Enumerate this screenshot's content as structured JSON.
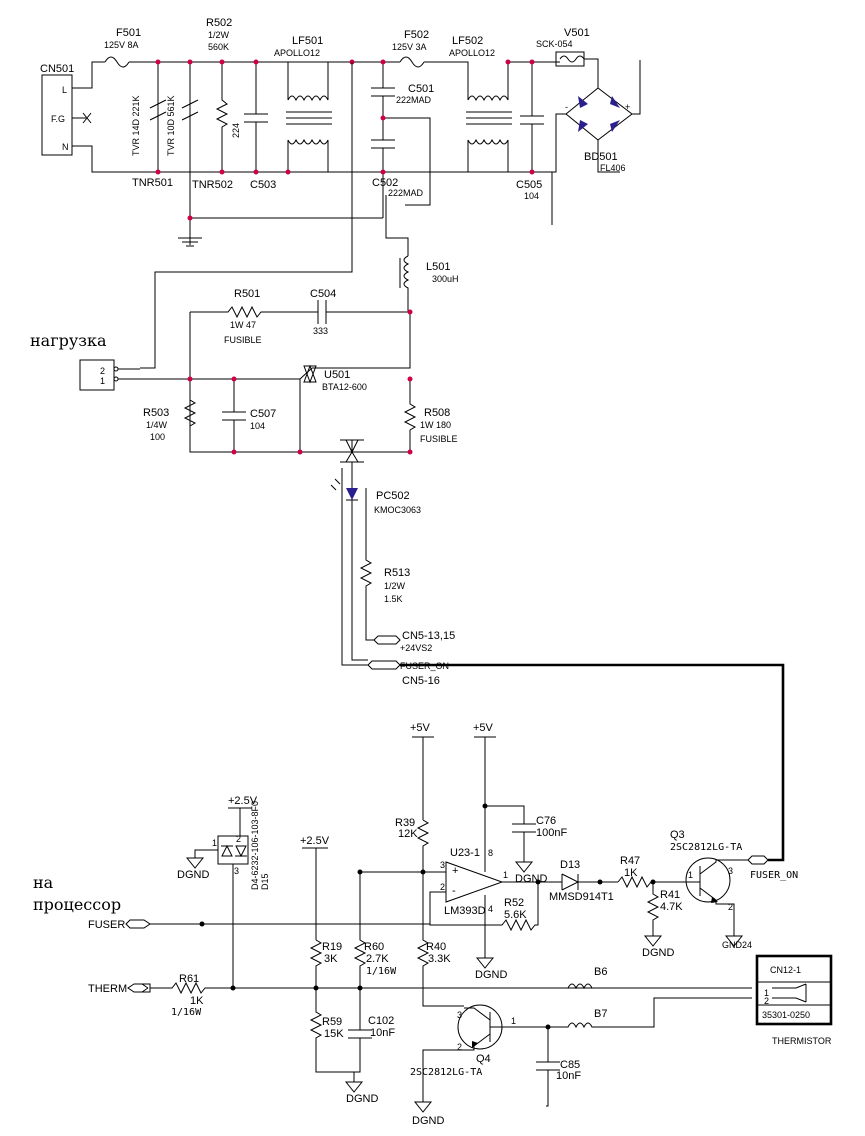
{
  "fuse1": {
    "ref": "F501",
    "val": "125V 8A"
  },
  "r502": {
    "ref": "R502",
    "val1": "1/2W",
    "val2": "560K"
  },
  "lf501": {
    "ref": "LF501",
    "val": "APOLLO12"
  },
  "fuse2": {
    "ref": "F502",
    "val": "125V 3A"
  },
  "lf502": {
    "ref": "LF502",
    "val": "APOLLO12"
  },
  "v501": {
    "ref": "V501",
    "val": "SCK-054"
  },
  "cn501": {
    "ref": "CN501",
    "pin_l": "L",
    "pin_fg": "F.G",
    "pin_n": "N"
  },
  "tvr1": {
    "label": "TVR 14D 221K",
    "ref": "TNR501"
  },
  "tvr2": {
    "label": "TVR 10D 561K",
    "ref": "TNR502"
  },
  "r502_body": "224",
  "c503": "C503",
  "c501": {
    "ref": "C501",
    "val": "222MAD"
  },
  "c502": {
    "ref": "C502",
    "val": "222MAD"
  },
  "c505": {
    "ref": "C505",
    "val": "104"
  },
  "bd501": {
    "ref": "BD501",
    "val": "FL406",
    "minus": "-",
    "plus": "+"
  },
  "l501": {
    "ref": "L501",
    "val": "300uH"
  },
  "r501": {
    "ref": "R501",
    "val": "1W 47",
    "note": "FUSIBLE"
  },
  "c504": {
    "ref": "C504",
    "val": "333"
  },
  "load_label": "нагрузка",
  "conn_pins": {
    "p2": "2",
    "p1": "1"
  },
  "u501": {
    "ref": "U501",
    "val": "BTA12-600"
  },
  "r503": {
    "ref": "R503",
    "val1": "1/4W",
    "val2": "100"
  },
  "c507": {
    "ref": "C507",
    "val": "104"
  },
  "r508": {
    "ref": "R508",
    "val": "1W 180",
    "note": "FUSIBLE"
  },
  "pc502": {
    "ref": "PC502",
    "val": "KMOC3063"
  },
  "r513": {
    "ref": "R513",
    "val1": "1/2W",
    "val2": "1.5K"
  },
  "cn5a": {
    "ref": "CN5-13,15",
    "val": "+24VS2"
  },
  "cn5b": {
    "signal": "FUSER_ON",
    "ref": "CN5-16"
  },
  "vcc1": "+5V",
  "vcc2": "+5V",
  "vcc3": "+2.5V",
  "vcc4": "+2.5V",
  "r39": {
    "ref": "R39",
    "val": "12K"
  },
  "c76": {
    "ref": "C76",
    "val": "100nF"
  },
  "u23": {
    "ref": "U23-1",
    "pin8": "8",
    "pin4": "4",
    "pin3": "3",
    "pin2": "2",
    "pin1": "1",
    "plus": "+",
    "minus": "-",
    "val": "LM393D"
  },
  "d13": {
    "ref": "D13",
    "val": "MMSD914T1"
  },
  "r47": {
    "ref": "R47",
    "val": "1K"
  },
  "q3": {
    "ref": "Q3",
    "val": "2SC2812LG-TA",
    "p1": "1",
    "p2": "2",
    "p3": "3"
  },
  "fuser_on2": "FUSER_ON",
  "r41": {
    "ref": "R41",
    "val": "4.7K"
  },
  "gnd24": "GND24",
  "r52": {
    "ref": "R52",
    "val": "5.6K"
  },
  "dgnd": "DGND",
  "d15": {
    "ref": "D15",
    "val": "D4-6232-106-103-8F0",
    "p1": "1",
    "p2": "2",
    "p3": "3"
  },
  "cpu_label1": "на",
  "cpu_label2": "процессор",
  "fuser": "FUSER",
  "therm": "THERM",
  "r61": {
    "ref": "R61",
    "val1": "1K",
    "val2": "1/16W"
  },
  "r19": {
    "ref": "R19",
    "val": "3K"
  },
  "r60": {
    "ref": "R60",
    "val1": "2.7K",
    "val2": "1/16W"
  },
  "r40": {
    "ref": "R40",
    "val": "3.3K"
  },
  "r59": {
    "ref": "R59",
    "val": "15K"
  },
  "c102": {
    "ref": "C102",
    "val": "10nF"
  },
  "b6": "B6",
  "b7": "B7",
  "q4": {
    "ref": "Q4",
    "val": "2SC2812LG-TA",
    "p1": "1",
    "p2": "2",
    "p3": "3"
  },
  "c85": {
    "ref": "C85",
    "val": "10nF"
  },
  "cn12": {
    "ref": "CN12-1",
    "p1": "1",
    "p2": "2",
    "part": "35301-0250",
    "name": "THERMISTOR"
  }
}
